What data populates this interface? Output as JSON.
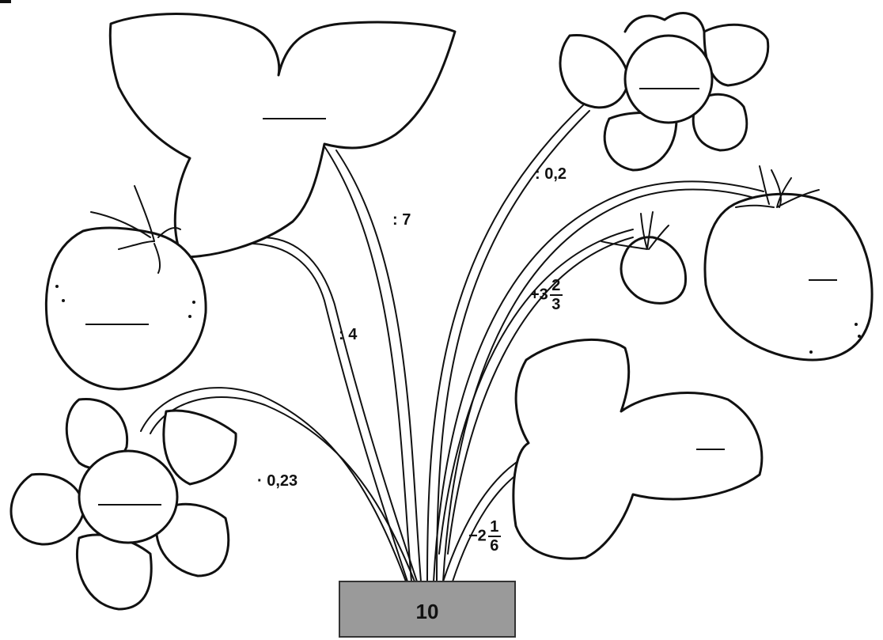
{
  "pot": {
    "value": "10"
  },
  "operations": {
    "leaf_top_stem": ": 7",
    "flower_top_right_stem": ": 0,2",
    "strawberry_left_stem": ": 4",
    "strawberry_right_stem": {
      "sign": "+3",
      "numerator": "2",
      "denominator": "3"
    },
    "flower_bottom_left_stem": "· 0,23",
    "leaf_bottom_right_stem": {
      "sign": "−2",
      "numerator": "1",
      "denominator": "6"
    }
  },
  "answer_slots": [
    "leaf-top",
    "flower-top-right",
    "strawberry-left",
    "strawberry-right",
    "flower-bottom-left",
    "leaf-bottom-right"
  ]
}
